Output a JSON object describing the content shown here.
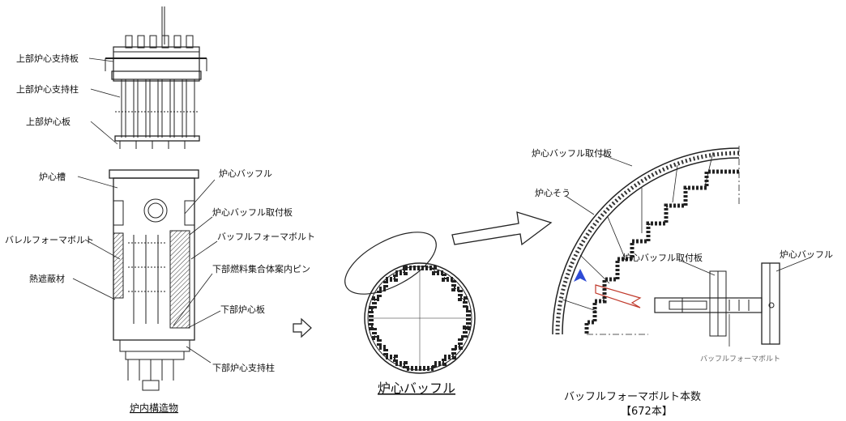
{
  "internals": {
    "caption": "炉内構造物",
    "labels": {
      "upper_core_support_plate": "上部炉心支持板",
      "upper_core_support_column": "上部炉心支持柱",
      "upper_core_plate": "上部炉心板",
      "core_barrel": "炉心槽",
      "barrel_former_bolt": "バレルフォーマボルト",
      "thermal_shield": "熱遮蔽材",
      "core_baffle": "炉心バッフル",
      "baffle_former_plate": "炉心バッフル取付板",
      "baffle_former_bolt": "バッフルフォーマボルト",
      "lower_fuel_guide_pin": "下部燃料集合体案内ピン",
      "lower_core_plate": "下部炉心板",
      "lower_core_support_column": "下部炉心支持柱"
    }
  },
  "baffle_view": {
    "caption": "炉心バッフル"
  },
  "detail_view": {
    "labels": {
      "baffle_former_plate_top": "炉心バッフル取付板",
      "core_barrel": "炉心そう",
      "baffle_former_plate_detail": "炉心バッフル取付板",
      "core_baffle": "炉心バッフル",
      "baffle_former_bolt": "バッフルフォーマボルト"
    },
    "caption": "バッフルフォーマボルト本数",
    "count": "【672本】"
  },
  "colors": {
    "line": "#222222",
    "highlight_red": "#c0392b",
    "highlight_blue": "#2e4bd6"
  }
}
